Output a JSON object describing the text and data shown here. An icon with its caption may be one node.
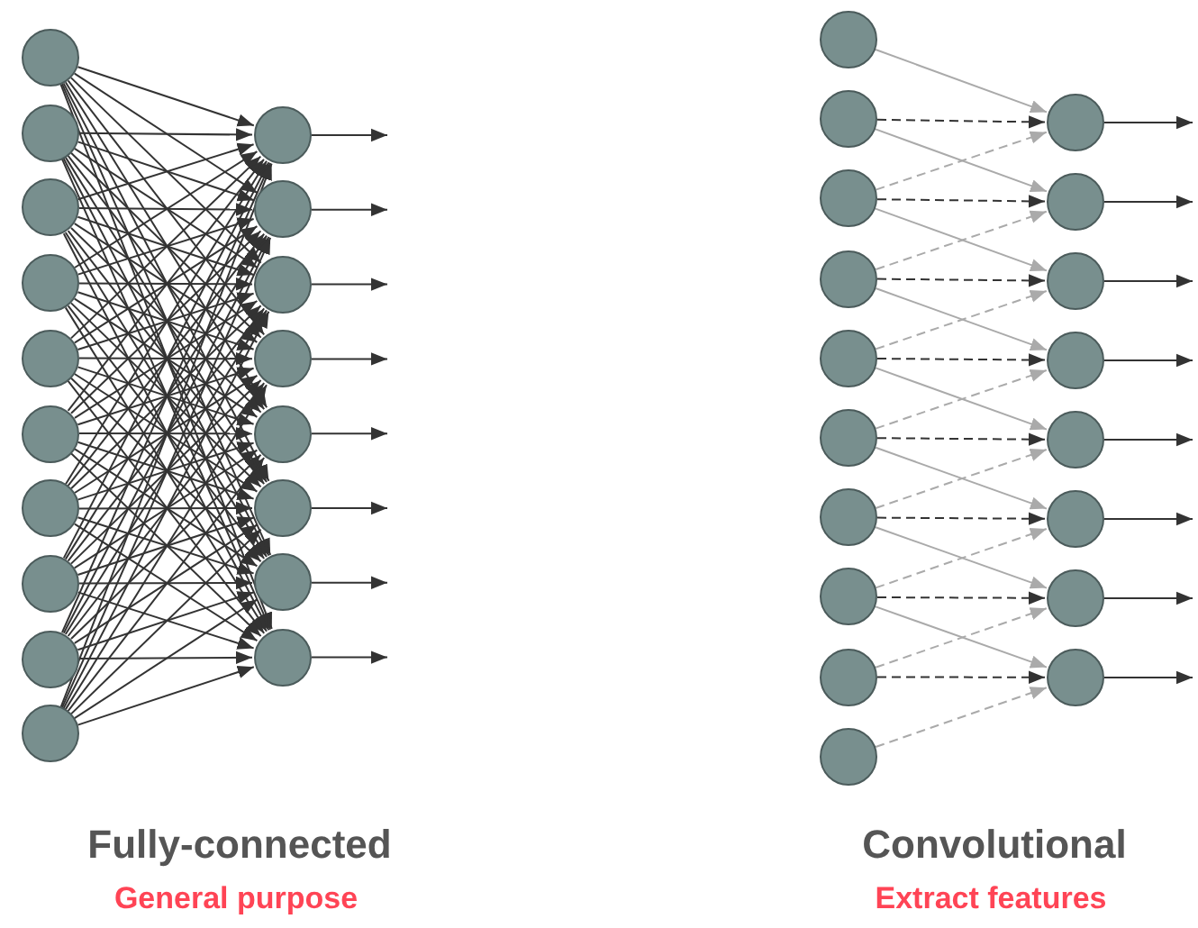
{
  "diagram": {
    "nodes": [
      {
        "text": [],
        "shape": "circle"
      },
      {
        "text": [],
        "shape": "circle"
      },
      {
        "text": [],
        "shape": "circle"
      },
      {
        "text": [],
        "shape": "circle"
      },
      {
        "text": [],
        "shape": "circle"
      },
      {
        "text": [],
        "shape": "circle"
      },
      {
        "text": [],
        "shape": "circle"
      },
      {
        "text": [],
        "shape": "circle"
      },
      {
        "text": [],
        "shape": "circle"
      },
      {
        "text": [],
        "shape": "circle"
      },
      {
        "text": [],
        "shape": "circle"
      },
      {
        "text": [],
        "shape": "circle"
      },
      {
        "text": [],
        "shape": "circle"
      },
      {
        "text": [],
        "shape": "circle"
      },
      {
        "text": [],
        "shape": "circle"
      },
      {
        "text": [],
        "shape": "circle"
      },
      {
        "text": [],
        "shape": "circle"
      },
      {
        "text": [],
        "shape": "circle"
      },
      {
        "text": [],
        "shape": "circle"
      },
      {
        "text": [],
        "shape": "circle"
      },
      {
        "text": [],
        "shape": "circle"
      },
      {
        "text": [],
        "shape": "circle"
      },
      {
        "text": [],
        "shape": "circle"
      },
      {
        "text": [],
        "shape": "circle"
      },
      {
        "text": [],
        "shape": "circle"
      },
      {
        "text": [],
        "shape": "circle"
      },
      {
        "text": [],
        "shape": "circle"
      },
      {
        "text": [],
        "shape": "circle"
      },
      {
        "text": [],
        "shape": "circle"
      },
      {
        "text": [],
        "shape": "circle"
      },
      {
        "text": [],
        "shape": "circle"
      },
      {
        "text": [],
        "shape": "circle"
      },
      {
        "text": [],
        "shape": "circle"
      },
      {
        "text": [],
        "shape": "circle"
      },
      {
        "text": [],
        "shape": "circle"
      },
      {
        "text": [],
        "shape": "circle"
      }
    ],
    "edges": [
      {
        "from": 0,
        "to": 10,
        "arrow": "to"
      },
      {
        "from": 1,
        "to": 10,
        "arrow": "to"
      },
      {
        "from": 2,
        "to": 10,
        "arrow": "to"
      },
      {
        "from": 3,
        "to": 10,
        "arrow": "to"
      },
      {
        "from": 4,
        "to": 10,
        "arrow": "to"
      },
      {
        "from": 5,
        "to": 10,
        "arrow": "to"
      },
      {
        "from": 6,
        "to": 10,
        "arrow": "to"
      },
      {
        "from": 7,
        "to": 10,
        "arrow": "to"
      },
      {
        "from": 8,
        "to": 10,
        "arrow": "to"
      },
      {
        "from": 9,
        "to": 10,
        "arrow": "to"
      },
      {
        "from": 0,
        "to": 11,
        "arrow": "to"
      },
      {
        "from": 1,
        "to": 11,
        "arrow": "to"
      },
      {
        "from": 2,
        "to": 11,
        "arrow": "to"
      },
      {
        "from": 3,
        "to": 11,
        "arrow": "to"
      },
      {
        "from": 4,
        "to": 11,
        "arrow": "to"
      },
      {
        "from": 5,
        "to": 11,
        "arrow": "to"
      },
      {
        "from": 6,
        "to": 11,
        "arrow": "to"
      },
      {
        "from": 7,
        "to": 11,
        "arrow": "to"
      },
      {
        "from": 8,
        "to": 11,
        "arrow": "to"
      },
      {
        "from": 9,
        "to": 11,
        "arrow": "to"
      },
      {
        "from": 0,
        "to": 12,
        "arrow": "to"
      },
      {
        "from": 1,
        "to": 12,
        "arrow": "to"
      },
      {
        "from": 2,
        "to": 12,
        "arrow": "to"
      },
      {
        "from": 3,
        "to": 12,
        "arrow": "to"
      },
      {
        "from": 4,
        "to": 12,
        "arrow": "to"
      },
      {
        "from": 5,
        "to": 12,
        "arrow": "to"
      },
      {
        "from": 6,
        "to": 12,
        "arrow": "to"
      },
      {
        "from": 7,
        "to": 12,
        "arrow": "to"
      },
      {
        "from": 8,
        "to": 12,
        "arrow": "to"
      },
      {
        "from": 9,
        "to": 12,
        "arrow": "to"
      },
      {
        "from": 0,
        "to": 13,
        "arrow": "to"
      },
      {
        "from": 1,
        "to": 13,
        "arrow": "to"
      },
      {
        "from": 2,
        "to": 13,
        "arrow": "to"
      },
      {
        "from": 3,
        "to": 13,
        "arrow": "to"
      },
      {
        "from": 4,
        "to": 13,
        "arrow": "to"
      },
      {
        "from": 5,
        "to": 13,
        "arrow": "to"
      },
      {
        "from": 6,
        "to": 13,
        "arrow": "to"
      },
      {
        "from": 7,
        "to": 13,
        "arrow": "to"
      },
      {
        "from": 8,
        "to": 13,
        "arrow": "to"
      },
      {
        "from": 9,
        "to": 13,
        "arrow": "to"
      },
      {
        "from": 0,
        "to": 14,
        "arrow": "to"
      },
      {
        "from": 1,
        "to": 14,
        "arrow": "to"
      },
      {
        "from": 2,
        "to": 14,
        "arrow": "to"
      },
      {
        "from": 3,
        "to": 14,
        "arrow": "to"
      },
      {
        "from": 4,
        "to": 14,
        "arrow": "to"
      },
      {
        "from": 5,
        "to": 14,
        "arrow": "to"
      },
      {
        "from": 6,
        "to": 14,
        "arrow": "to"
      },
      {
        "from": 7,
        "to": 14,
        "arrow": "to"
      },
      {
        "from": 8,
        "to": 14,
        "arrow": "to"
      },
      {
        "from": 9,
        "to": 14,
        "arrow": "to"
      },
      {
        "from": 0,
        "to": 15,
        "arrow": "to"
      },
      {
        "from": 1,
        "to": 15,
        "arrow": "to"
      },
      {
        "from": 2,
        "to": 15,
        "arrow": "to"
      },
      {
        "from": 3,
        "to": 15,
        "arrow": "to"
      },
      {
        "from": 4,
        "to": 15,
        "arrow": "to"
      },
      {
        "from": 5,
        "to": 15,
        "arrow": "to"
      },
      {
        "from": 6,
        "to": 15,
        "arrow": "to"
      },
      {
        "from": 7,
        "to": 15,
        "arrow": "to"
      },
      {
        "from": 8,
        "to": 15,
        "arrow": "to"
      },
      {
        "from": 9,
        "to": 15,
        "arrow": "to"
      },
      {
        "from": 0,
        "to": 16,
        "arrow": "to"
      },
      {
        "from": 1,
        "to": 16,
        "arrow": "to"
      },
      {
        "from": 2,
        "to": 16,
        "arrow": "to"
      },
      {
        "from": 3,
        "to": 16,
        "arrow": "to"
      },
      {
        "from": 4,
        "to": 16,
        "arrow": "to"
      },
      {
        "from": 5,
        "to": 16,
        "arrow": "to"
      },
      {
        "from": 6,
        "to": 16,
        "arrow": "to"
      },
      {
        "from": 7,
        "to": 16,
        "arrow": "to"
      },
      {
        "from": 8,
        "to": 16,
        "arrow": "to"
      },
      {
        "from": 9,
        "to": 16,
        "arrow": "to"
      },
      {
        "from": 0,
        "to": 17,
        "arrow": "to"
      },
      {
        "from": 1,
        "to": 17,
        "arrow": "to"
      },
      {
        "from": 2,
        "to": 17,
        "arrow": "to"
      },
      {
        "from": 3,
        "to": 17,
        "arrow": "to"
      },
      {
        "from": 4,
        "to": 17,
        "arrow": "to"
      },
      {
        "from": 5,
        "to": 17,
        "arrow": "to"
      },
      {
        "from": 6,
        "to": 17,
        "arrow": "to"
      },
      {
        "from": 7,
        "to": 17,
        "arrow": "to"
      },
      {
        "from": 8,
        "to": 17,
        "arrow": "to"
      },
      {
        "from": 9,
        "to": 17,
        "arrow": "to"
      },
      {
        "from": 10,
        "to": null,
        "arrow": "to"
      },
      {
        "from": 11,
        "to": null,
        "arrow": "to"
      },
      {
        "from": 12,
        "to": null,
        "arrow": "to"
      },
      {
        "from": 13,
        "to": null,
        "arrow": "to"
      },
      {
        "from": 14,
        "to": null,
        "arrow": "to"
      },
      {
        "from": 15,
        "to": null,
        "arrow": "to"
      },
      {
        "from": 16,
        "to": null,
        "arrow": "to"
      },
      {
        "from": 17,
        "to": null,
        "arrow": "to"
      },
      {
        "from": 18,
        "to": 28,
        "arrow": "to",
        "color": "#aaaaaa"
      },
      {
        "from": 19,
        "to": 28,
        "arrow": "to",
        "style": "dashed"
      },
      {
        "from": 20,
        "to": 28,
        "arrow": "to",
        "style": "dashed",
        "color": "#aaaaaa"
      },
      {
        "from": 19,
        "to": 29,
        "arrow": "to",
        "color": "#aaaaaa"
      },
      {
        "from": 20,
        "to": 29,
        "arrow": "to",
        "style": "dashed"
      },
      {
        "from": 21,
        "to": 29,
        "arrow": "to",
        "style": "dashed",
        "color": "#aaaaaa"
      },
      {
        "from": 20,
        "to": 30,
        "arrow": "to",
        "color": "#aaaaaa"
      },
      {
        "from": 21,
        "to": 30,
        "arrow": "to",
        "style": "dashed"
      },
      {
        "from": 22,
        "to": 30,
        "arrow": "to",
        "style": "dashed",
        "color": "#aaaaaa"
      },
      {
        "from": 21,
        "to": 31,
        "arrow": "to",
        "color": "#aaaaaa"
      },
      {
        "from": 22,
        "to": 31,
        "arrow": "to",
        "style": "dashed"
      },
      {
        "from": 23,
        "to": 31,
        "arrow": "to",
        "style": "dashed",
        "color": "#aaaaaa"
      },
      {
        "from": 22,
        "to": 32,
        "arrow": "to",
        "color": "#aaaaaa"
      },
      {
        "from": 23,
        "to": 32,
        "arrow": "to",
        "style": "dashed"
      },
      {
        "from": 24,
        "to": 32,
        "arrow": "to",
        "style": "dashed",
        "color": "#aaaaaa"
      },
      {
        "from": 23,
        "to": 33,
        "arrow": "to",
        "color": "#aaaaaa"
      },
      {
        "from": 24,
        "to": 33,
        "arrow": "to",
        "style": "dashed"
      },
      {
        "from": 25,
        "to": 33,
        "arrow": "to",
        "style": "dashed",
        "color": "#aaaaaa"
      },
      {
        "from": 24,
        "to": 34,
        "arrow": "to",
        "color": "#aaaaaa"
      },
      {
        "from": 25,
        "to": 34,
        "arrow": "to",
        "style": "dashed"
      },
      {
        "from": 26,
        "to": 34,
        "arrow": "to",
        "style": "dashed",
        "color": "#aaaaaa"
      },
      {
        "from": 25,
        "to": 35,
        "arrow": "to",
        "color": "#aaaaaa"
      },
      {
        "from": 26,
        "to": 35,
        "arrow": "to",
        "style": "dashed"
      },
      {
        "from": 27,
        "to": 35,
        "arrow": "to",
        "style": "dashed",
        "color": "#aaaaaa"
      },
      {
        "from": 28,
        "to": null,
        "arrow": "to"
      },
      {
        "from": 29,
        "to": null,
        "arrow": "to"
      },
      {
        "from": 30,
        "to": null,
        "arrow": "to"
      },
      {
        "from": 31,
        "to": null,
        "arrow": "to"
      },
      {
        "from": 32,
        "to": null,
        "arrow": "to"
      },
      {
        "from": 33,
        "to": null,
        "arrow": "to"
      },
      {
        "from": 34,
        "to": null,
        "arrow": "to"
      },
      {
        "from": 35,
        "to": null,
        "arrow": "to"
      }
    ],
    "labels": [
      "Fully-connected",
      "General purpose",
      "Convolutional",
      "Extract features"
    ]
  }
}
